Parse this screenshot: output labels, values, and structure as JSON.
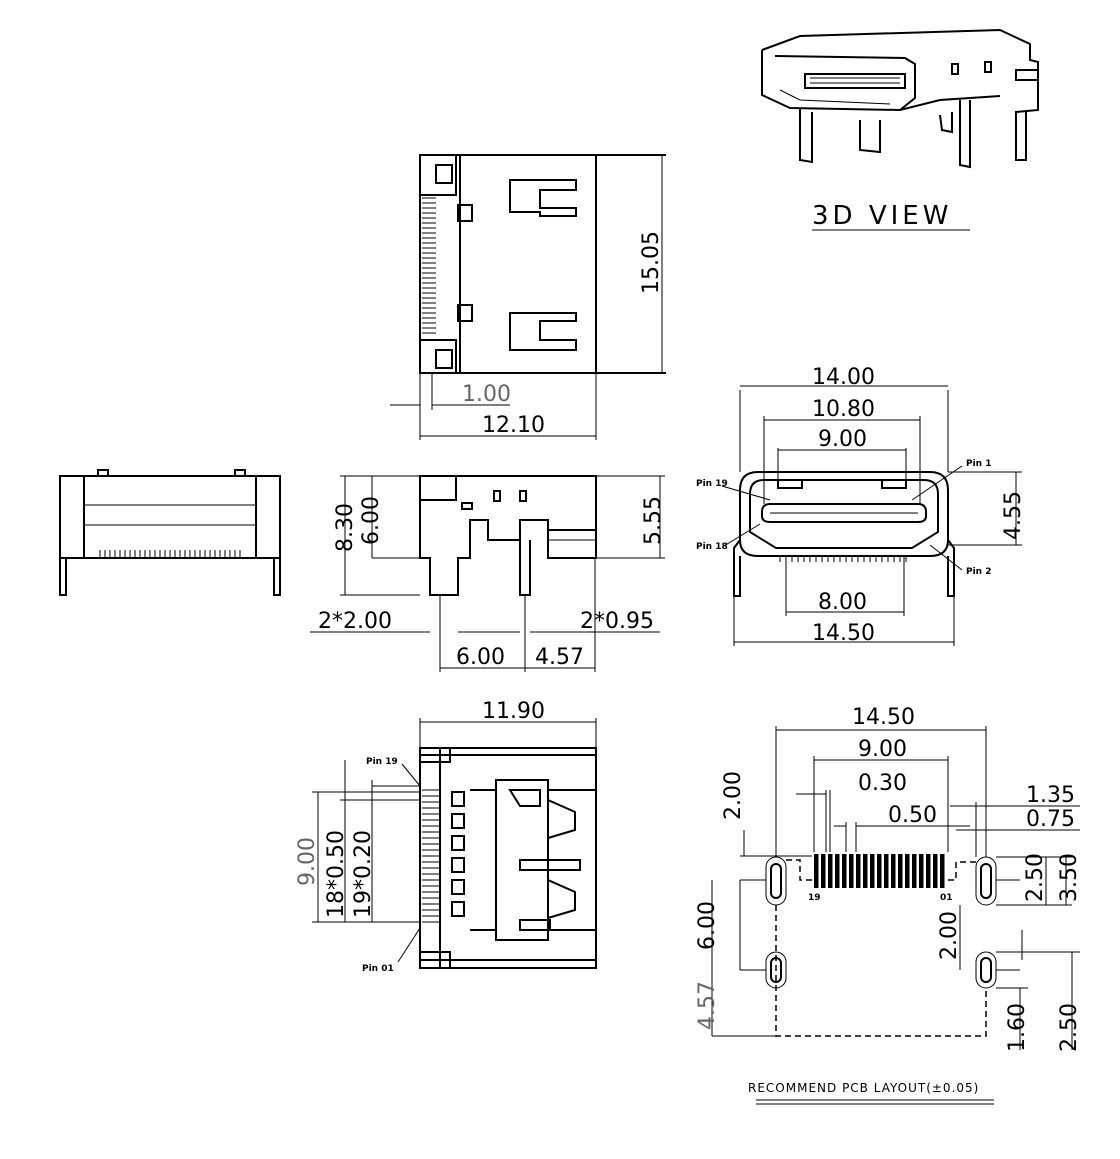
{
  "view_3d": {
    "caption": "3D VIEW"
  },
  "top_view": {
    "height": "15.05",
    "pin_offset": "1.00",
    "width": "12.10"
  },
  "side_view": {
    "height_total": "8.30",
    "height_body": "6.00",
    "height_right": "5.55",
    "pin_left": "2*2.00",
    "pin_right": "2*0.95",
    "pitch_a": "6.00",
    "pitch_b": "4.57"
  },
  "front_view": {
    "width_outer": "14.00",
    "width_mid": "10.80",
    "width_inner": "9.00",
    "height": "4.55",
    "width_bottom": "8.00",
    "width_overall": "14.50",
    "pin_19": "Pin 19",
    "pin_1": "Pin 1",
    "pin_18": "Pin 18",
    "pin_2": "Pin 2"
  },
  "bottom_view": {
    "width": "11.90",
    "span": "9.00",
    "pitch_even": "18*0.50",
    "pitch_odd": "19*0.20",
    "pin_19": "Pin 19",
    "pin_01": "Pin 01"
  },
  "pcb_layout": {
    "width_overall": "14.50",
    "width_pads": "9.00",
    "pad_width": "0.30",
    "pad_pitch": "0.50",
    "offset_a": "1.35",
    "offset_b": "0.75",
    "pad_length": "2.00",
    "slot_a": "2.50",
    "slot_b": "3.50",
    "left_gap": "6.00",
    "center_gap": "2.00",
    "bottom_gap": "4.57",
    "slot_c": "1.60",
    "slot_d": "2.50",
    "pad_label_19": "19",
    "pad_label_01": "01",
    "caption": "RECOMMEND PCB LAYOUT(±0.05)"
  }
}
